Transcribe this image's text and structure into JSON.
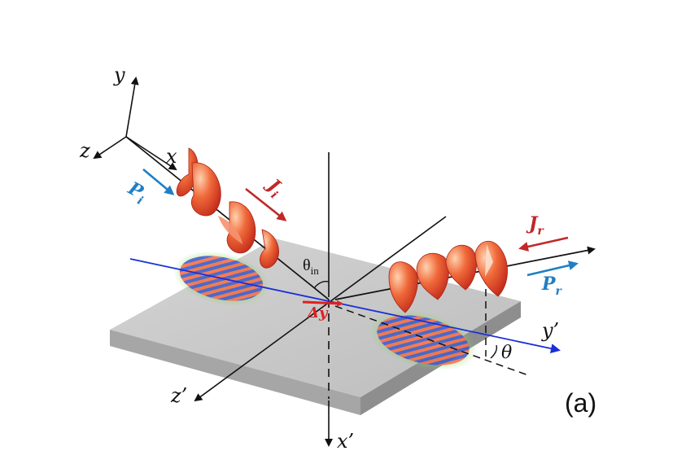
{
  "labels": {
    "y": "y",
    "z": "z",
    "x": "x",
    "y_prime": "y’",
    "z_prime": "z’",
    "x_prime": "x’",
    "P_i": "P",
    "P_i_sub": "i",
    "J_i": "J",
    "J_i_sub": "i",
    "J_r": "J",
    "J_r_sub": "r",
    "P_r": "P",
    "P_r_sub": "r",
    "theta_in": "θ",
    "theta_in_sub": "in",
    "delta_y": "Δy",
    "theta": "θ",
    "panel": "(a)"
  },
  "colors": {
    "axis": "#111111",
    "beam_axis_blue": "#1a2fd6",
    "momentum_blue": "#1f7fc4",
    "angular_red": "#c0282a",
    "helix_red": "#e8482c",
    "slab_top": "#c9c9c9",
    "slab_side": "#a9a9a9",
    "shift_red": "#e02020"
  }
}
